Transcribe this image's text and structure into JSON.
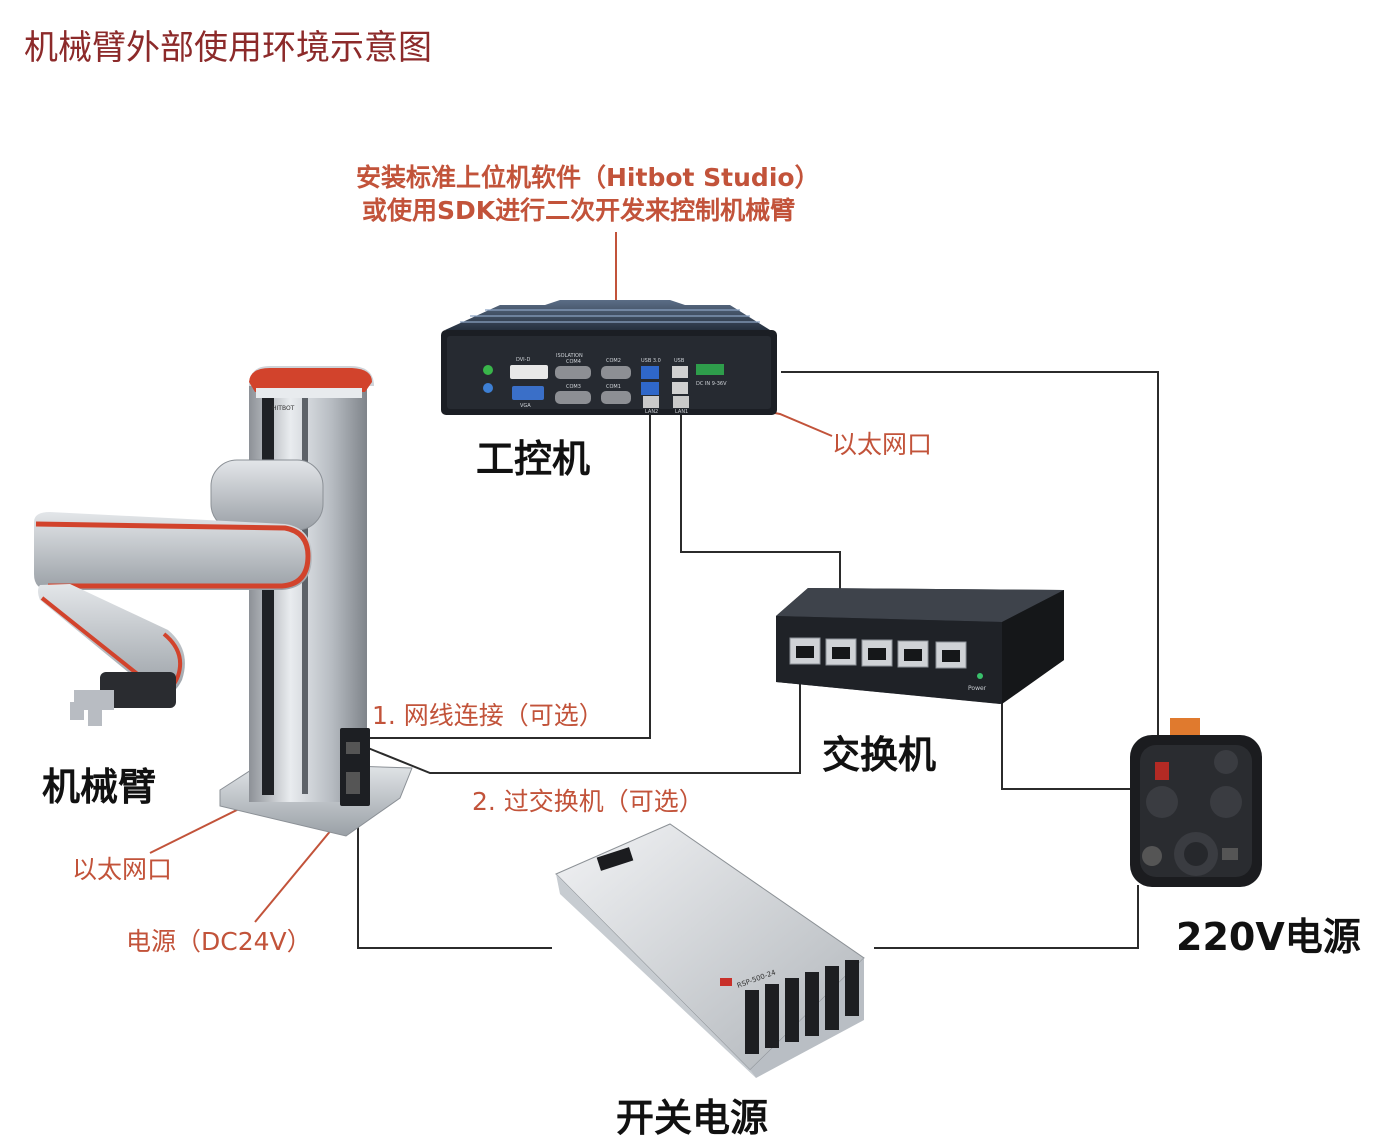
{
  "title": "机械臂外部使用环境示意图",
  "software_note": {
    "line1": "安装标准上位机软件（Hitbot Studio）",
    "line2": "或使用SDK进行二次开发来控制机械臂"
  },
  "devices": {
    "ipc": "工控机",
    "switch": "交换机",
    "robot_arm": "机械臂",
    "power_220": "220V电源",
    "switching_psu": "开关电源"
  },
  "ports": {
    "ipc_ethernet": "以太网口",
    "arm_ethernet": "以太网口",
    "arm_power": "电源（DC24V）"
  },
  "connections": {
    "option1": "1. 网线连接（可选）",
    "option2": "2. 过交换机（可选）"
  },
  "printed_marks": {
    "ipc_ports": [
      "ISOLATION",
      "COM4",
      "COM2",
      "COM3",
      "COM1",
      "USB 3.0",
      "USB",
      "DVI-D",
      "VGA",
      "LAN2",
      "LAN1",
      "DC IN 9-36V"
    ],
    "switch_brand": "Power",
    "arm_brand": "HITBOT",
    "psu_model": "RSP-500-24"
  },
  "colors": {
    "title": "#8c2a2a",
    "annotation": "#c2533a",
    "wire": "#2b2b2b",
    "arm_accent": "#d2432c"
  }
}
